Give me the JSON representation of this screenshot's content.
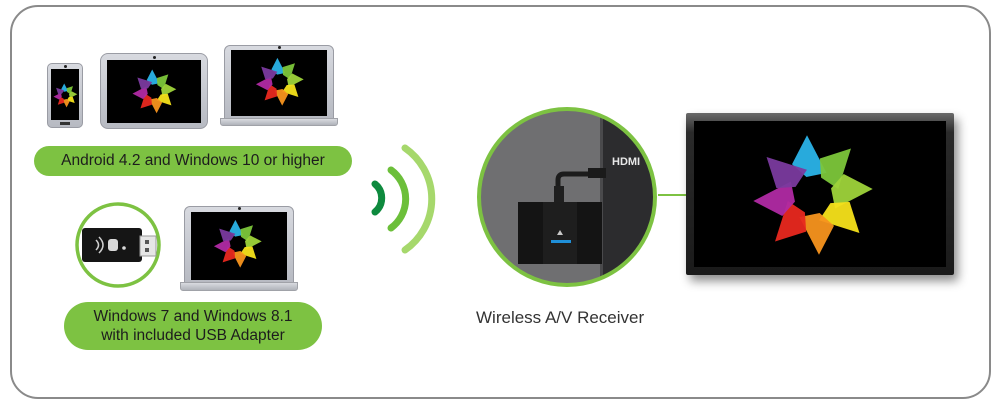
{
  "diagram": {
    "title": "Wireless display connection overview",
    "groups": [
      {
        "id": "native",
        "label": "Android 4.2 and Windows 10 or higher",
        "devices": [
          "phone",
          "tablet",
          "laptop"
        ]
      },
      {
        "id": "adapter",
        "label_line1": "Windows 7 and Windows 8.1",
        "label_line2": "with included USB Adapter",
        "devices": [
          "usb-adapter",
          "laptop"
        ]
      }
    ],
    "wireless_signal": {
      "icon": "wifi-waves-icon",
      "arcs": 3
    },
    "receiver": {
      "label": "Wireless A/V Receiver",
      "port_label": "HDMI"
    },
    "display": {
      "type": "tv"
    },
    "connections": [
      {
        "from": "devices",
        "to": "receiver",
        "type": "wireless"
      },
      {
        "from": "receiver",
        "to": "tv",
        "type": "hdmi-cable"
      }
    ]
  },
  "colors": {
    "accent_green": "#7dc242",
    "wave_dark": "#0e8a3e",
    "wave_mid": "#6cbf3a",
    "wave_light": "#a6d86c",
    "frame": "#8a8a8a",
    "pinwheel": [
      "#2ab3e8",
      "#7cc63a",
      "#9ed33a",
      "#f6e11a",
      "#f7931e",
      "#e8281f",
      "#b02aa3",
      "#7a3a9e"
    ]
  }
}
